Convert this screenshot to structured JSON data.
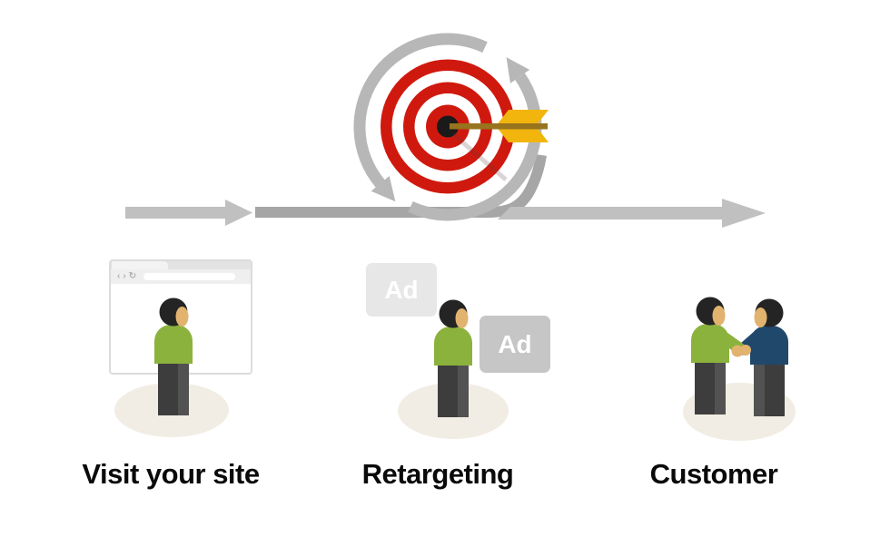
{
  "steps": [
    {
      "label": "Visit your site"
    },
    {
      "label": "Retargeting"
    },
    {
      "label": "Customer"
    }
  ],
  "ad_badges": [
    {
      "label": "Ad"
    },
    {
      "label": "Ad"
    }
  ],
  "browser": {
    "back_icon": "‹",
    "forward_icon": "›",
    "refresh_icon": "↻"
  },
  "colors": {
    "target_red": "#d0190e",
    "bullseye_black": "#1a1a1a",
    "dart_yellow": "#f2b50d",
    "dart_shaft_brown": "#97741d",
    "cycle_gray": "#b7b7b7",
    "flow_gray": "#c0c0c0",
    "flow_dark_gray": "#a6a6a6",
    "shirt_green": "#8cb23e",
    "shirt_navy": "#20486a",
    "skin_tan": "#e2b36e",
    "hair_black": "#242424",
    "legs_dark": "#3d3d3d",
    "legs_light": "#525252",
    "shadow_beige": "#f1ede4",
    "ad_light": "#e7e7e7",
    "ad_dark": "#c6c6c6",
    "label_black": "#0a0a0a"
  }
}
